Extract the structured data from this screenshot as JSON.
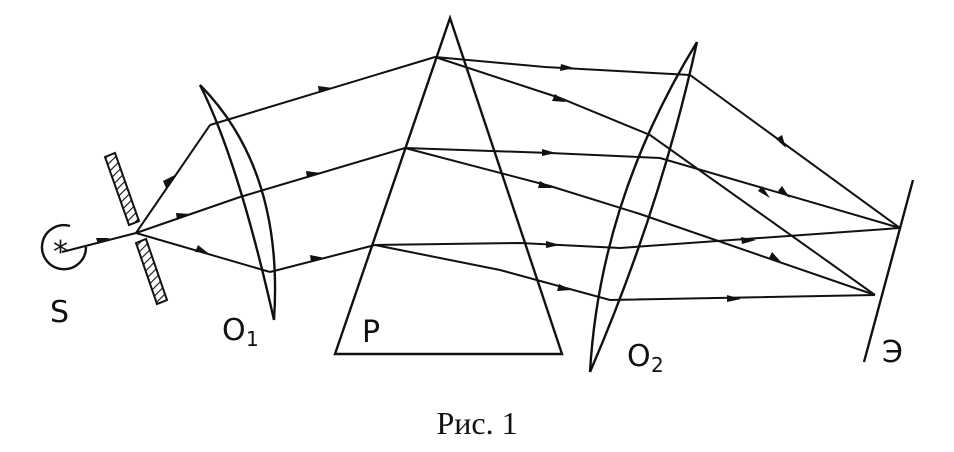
{
  "labels": {
    "source": "S",
    "lens1": "O",
    "lens1_sub": "1",
    "prism": "P",
    "lens2": "O",
    "lens2_sub": "2",
    "screen": "Э"
  },
  "caption": "Рис. 1",
  "colors": {
    "ink": "#111111",
    "background": "#ffffff"
  }
}
